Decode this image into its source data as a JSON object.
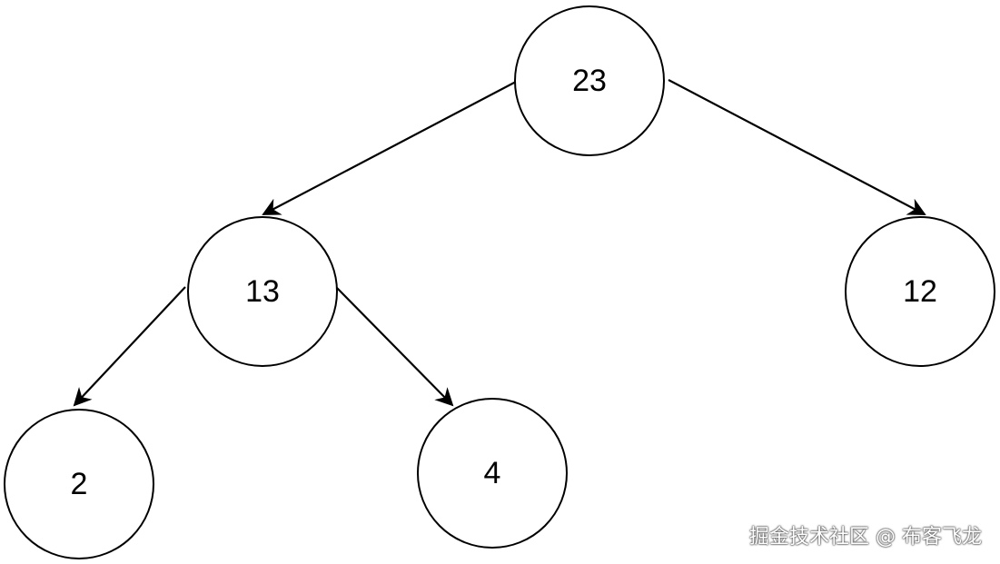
{
  "tree": {
    "nodes": [
      {
        "id": "n23",
        "label": "23"
      },
      {
        "id": "n13",
        "label": "13"
      },
      {
        "id": "n12",
        "label": "12"
      },
      {
        "id": "n2",
        "label": "2"
      },
      {
        "id": "n4",
        "label": "4"
      }
    ],
    "edges": [
      {
        "from": "n23",
        "to": "n13"
      },
      {
        "from": "n23",
        "to": "n12"
      },
      {
        "from": "n13",
        "to": "n2"
      },
      {
        "from": "n13",
        "to": "n4"
      }
    ]
  },
  "watermark": {
    "text": "掘金技术社区 @ 布客飞龙"
  }
}
